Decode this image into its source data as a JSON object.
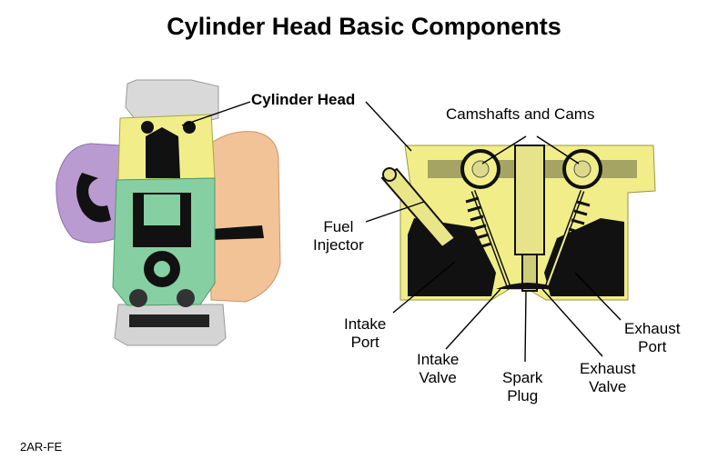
{
  "title": "Cylinder Head Basic Components",
  "labels": {
    "cylinder_head": "Cylinder Head",
    "camshafts": "Camshafts and Cams",
    "fuel_injector": [
      "Fuel",
      "Injector"
    ],
    "intake_port": [
      "Intake",
      "Port"
    ],
    "intake_valve": [
      "Intake",
      "Valve"
    ],
    "spark_plug": [
      "Spark",
      "Plug"
    ],
    "exhaust_valve": [
      "Exhaust",
      "Valve"
    ],
    "exhaust_port": [
      "Exhaust",
      "Port"
    ]
  },
  "footer": "2AR-FE",
  "colors": {
    "head_yellow": "#f1ee8a",
    "block_green": "#86cfa2",
    "manifold_purple": "#b99bd1",
    "exhaust_orange": "#f2c397",
    "grey_parts": "#d6d6d6",
    "dark": "#111111"
  }
}
